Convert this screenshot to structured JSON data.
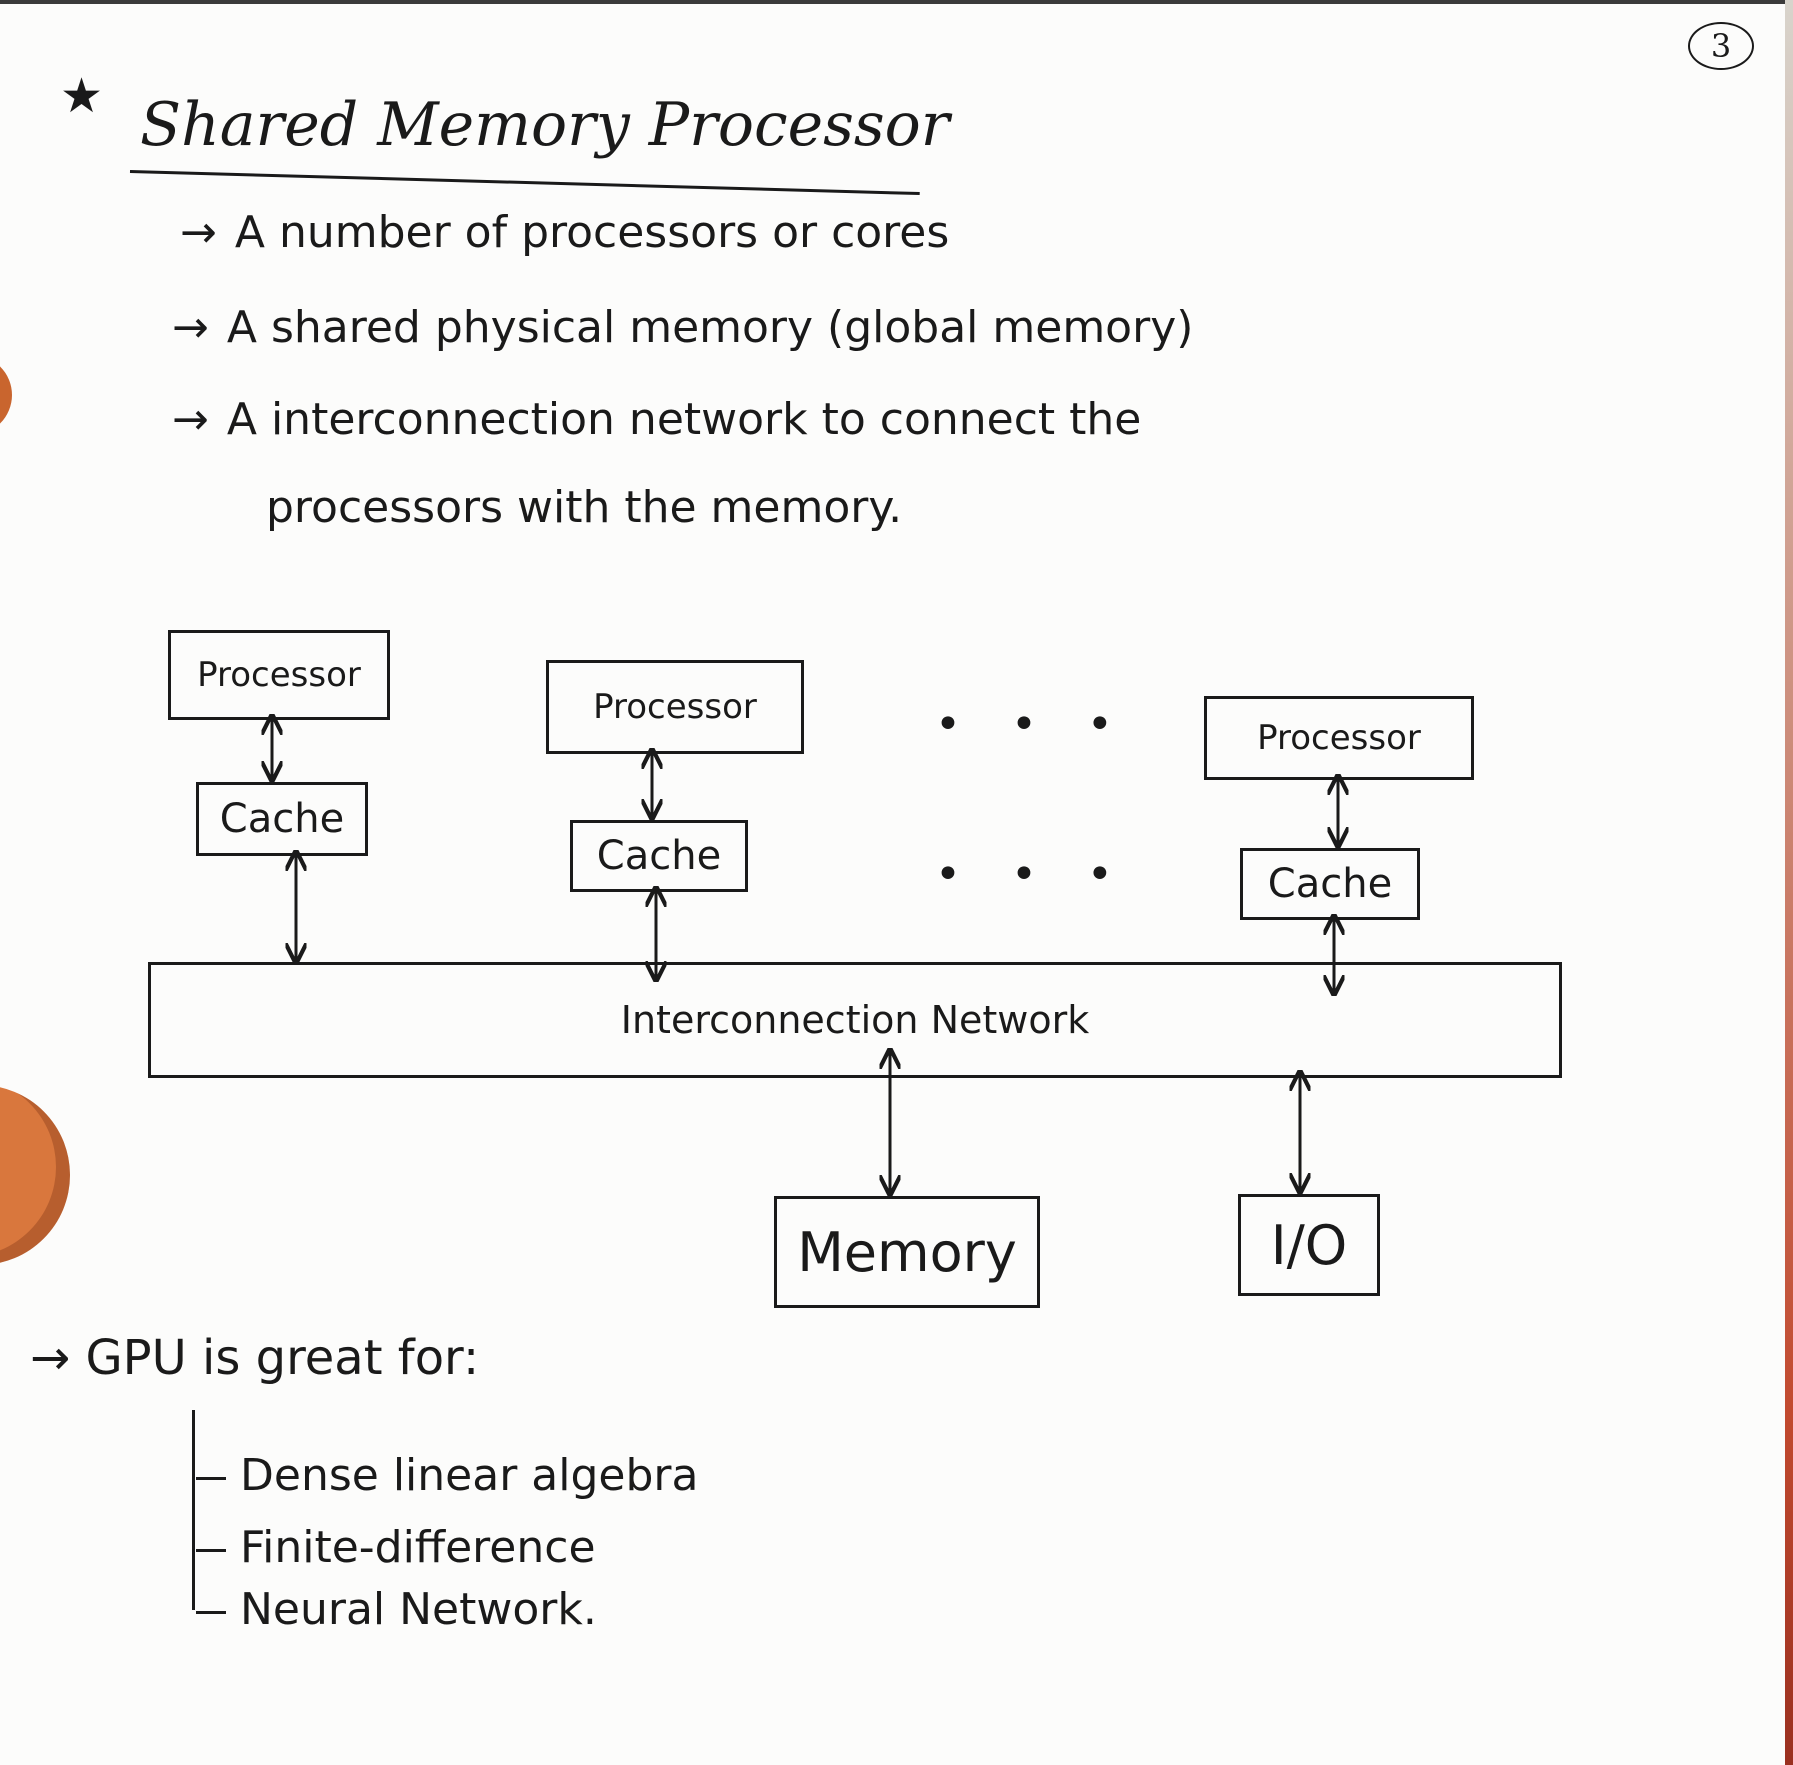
{
  "page_number": "3",
  "title": "Shared Memory Processor",
  "bullets": [
    "A number of processors or cores",
    "A shared physical memory (global memory)",
    "A interconnection network to connect the",
    "processors with the memory."
  ],
  "diagram": {
    "processor_label": "Processor",
    "cache_label": "Cache",
    "ellipsis": "• • •",
    "network_label": "Interconnection Network",
    "memory_label": "Memory",
    "io_label": "I/O"
  },
  "gpu": {
    "heading": "GPU is great for:",
    "items": [
      "Dense linear algebra",
      "Finite-difference",
      "Neural Network."
    ]
  },
  "colors": {
    "ink": "#1a1a1a",
    "paper": "#fcfcfb",
    "skin": "#d9773d"
  }
}
